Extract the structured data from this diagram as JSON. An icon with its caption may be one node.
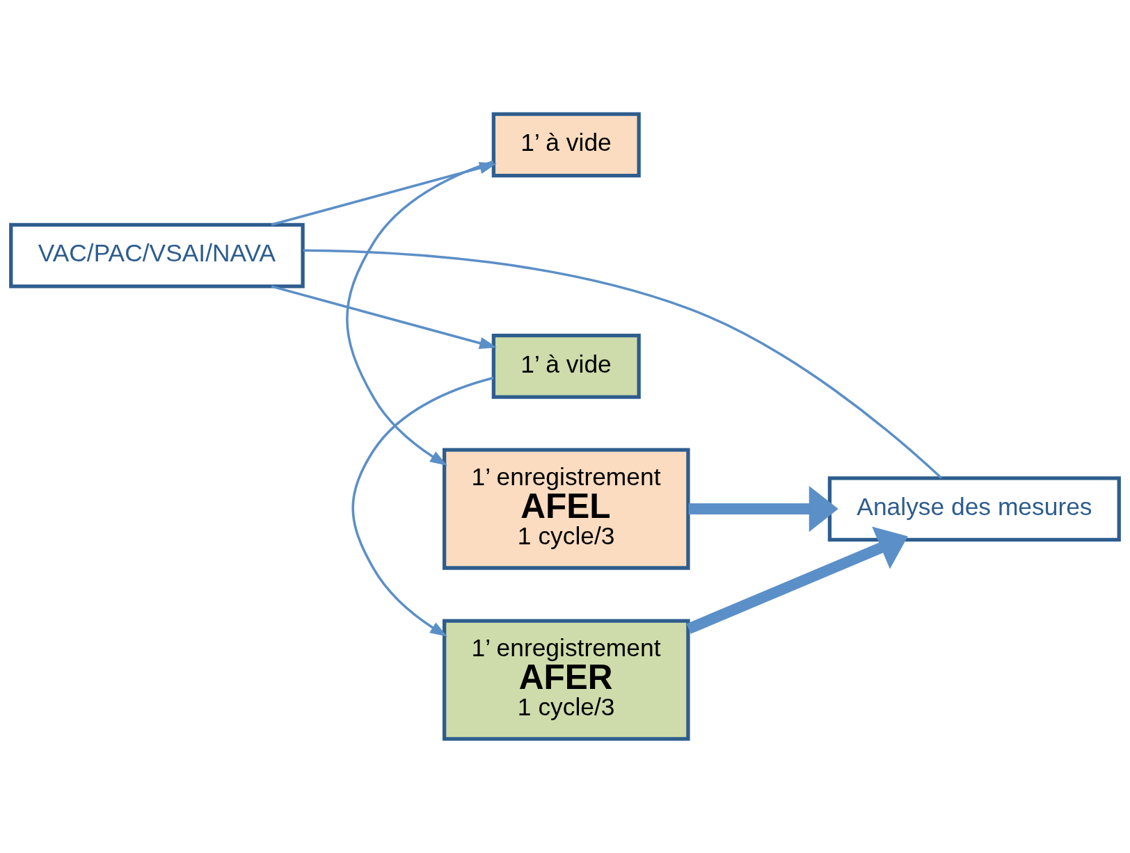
{
  "diagram": {
    "nodes": [
      {
        "text": [
          "VAC/PAC/VSAI/NAVA"
        ]
      },
      {
        "text": [
          "1’ à vide"
        ]
      },
      {
        "text": [
          "1’ enregistrement",
          "AFEL",
          "1 cycle/3"
        ]
      },
      {
        "text": [
          "Analyse des mesures"
        ]
      },
      {
        "text": [
          "1’ enregistrement",
          "AFER",
          "1 cycle/3"
        ]
      },
      {
        "text": [
          "1’ à vide"
        ]
      }
    ],
    "edges": [
      {
        "from": 0,
        "to": 1,
        "arrow": "to"
      },
      {
        "from": 1,
        "to": 2,
        "arrow": "to"
      },
      {
        "from": 0,
        "to": 3,
        "arrow": "none"
      },
      {
        "from": 0,
        "to": 5,
        "arrow": "to"
      },
      {
        "from": 5,
        "to": 4,
        "arrow": "to"
      },
      {
        "from": 2,
        "to": 3,
        "arrow": "to",
        "style": "thick"
      },
      {
        "from": 4,
        "to": 3,
        "arrow": "to",
        "style": "thick"
      }
    ]
  }
}
